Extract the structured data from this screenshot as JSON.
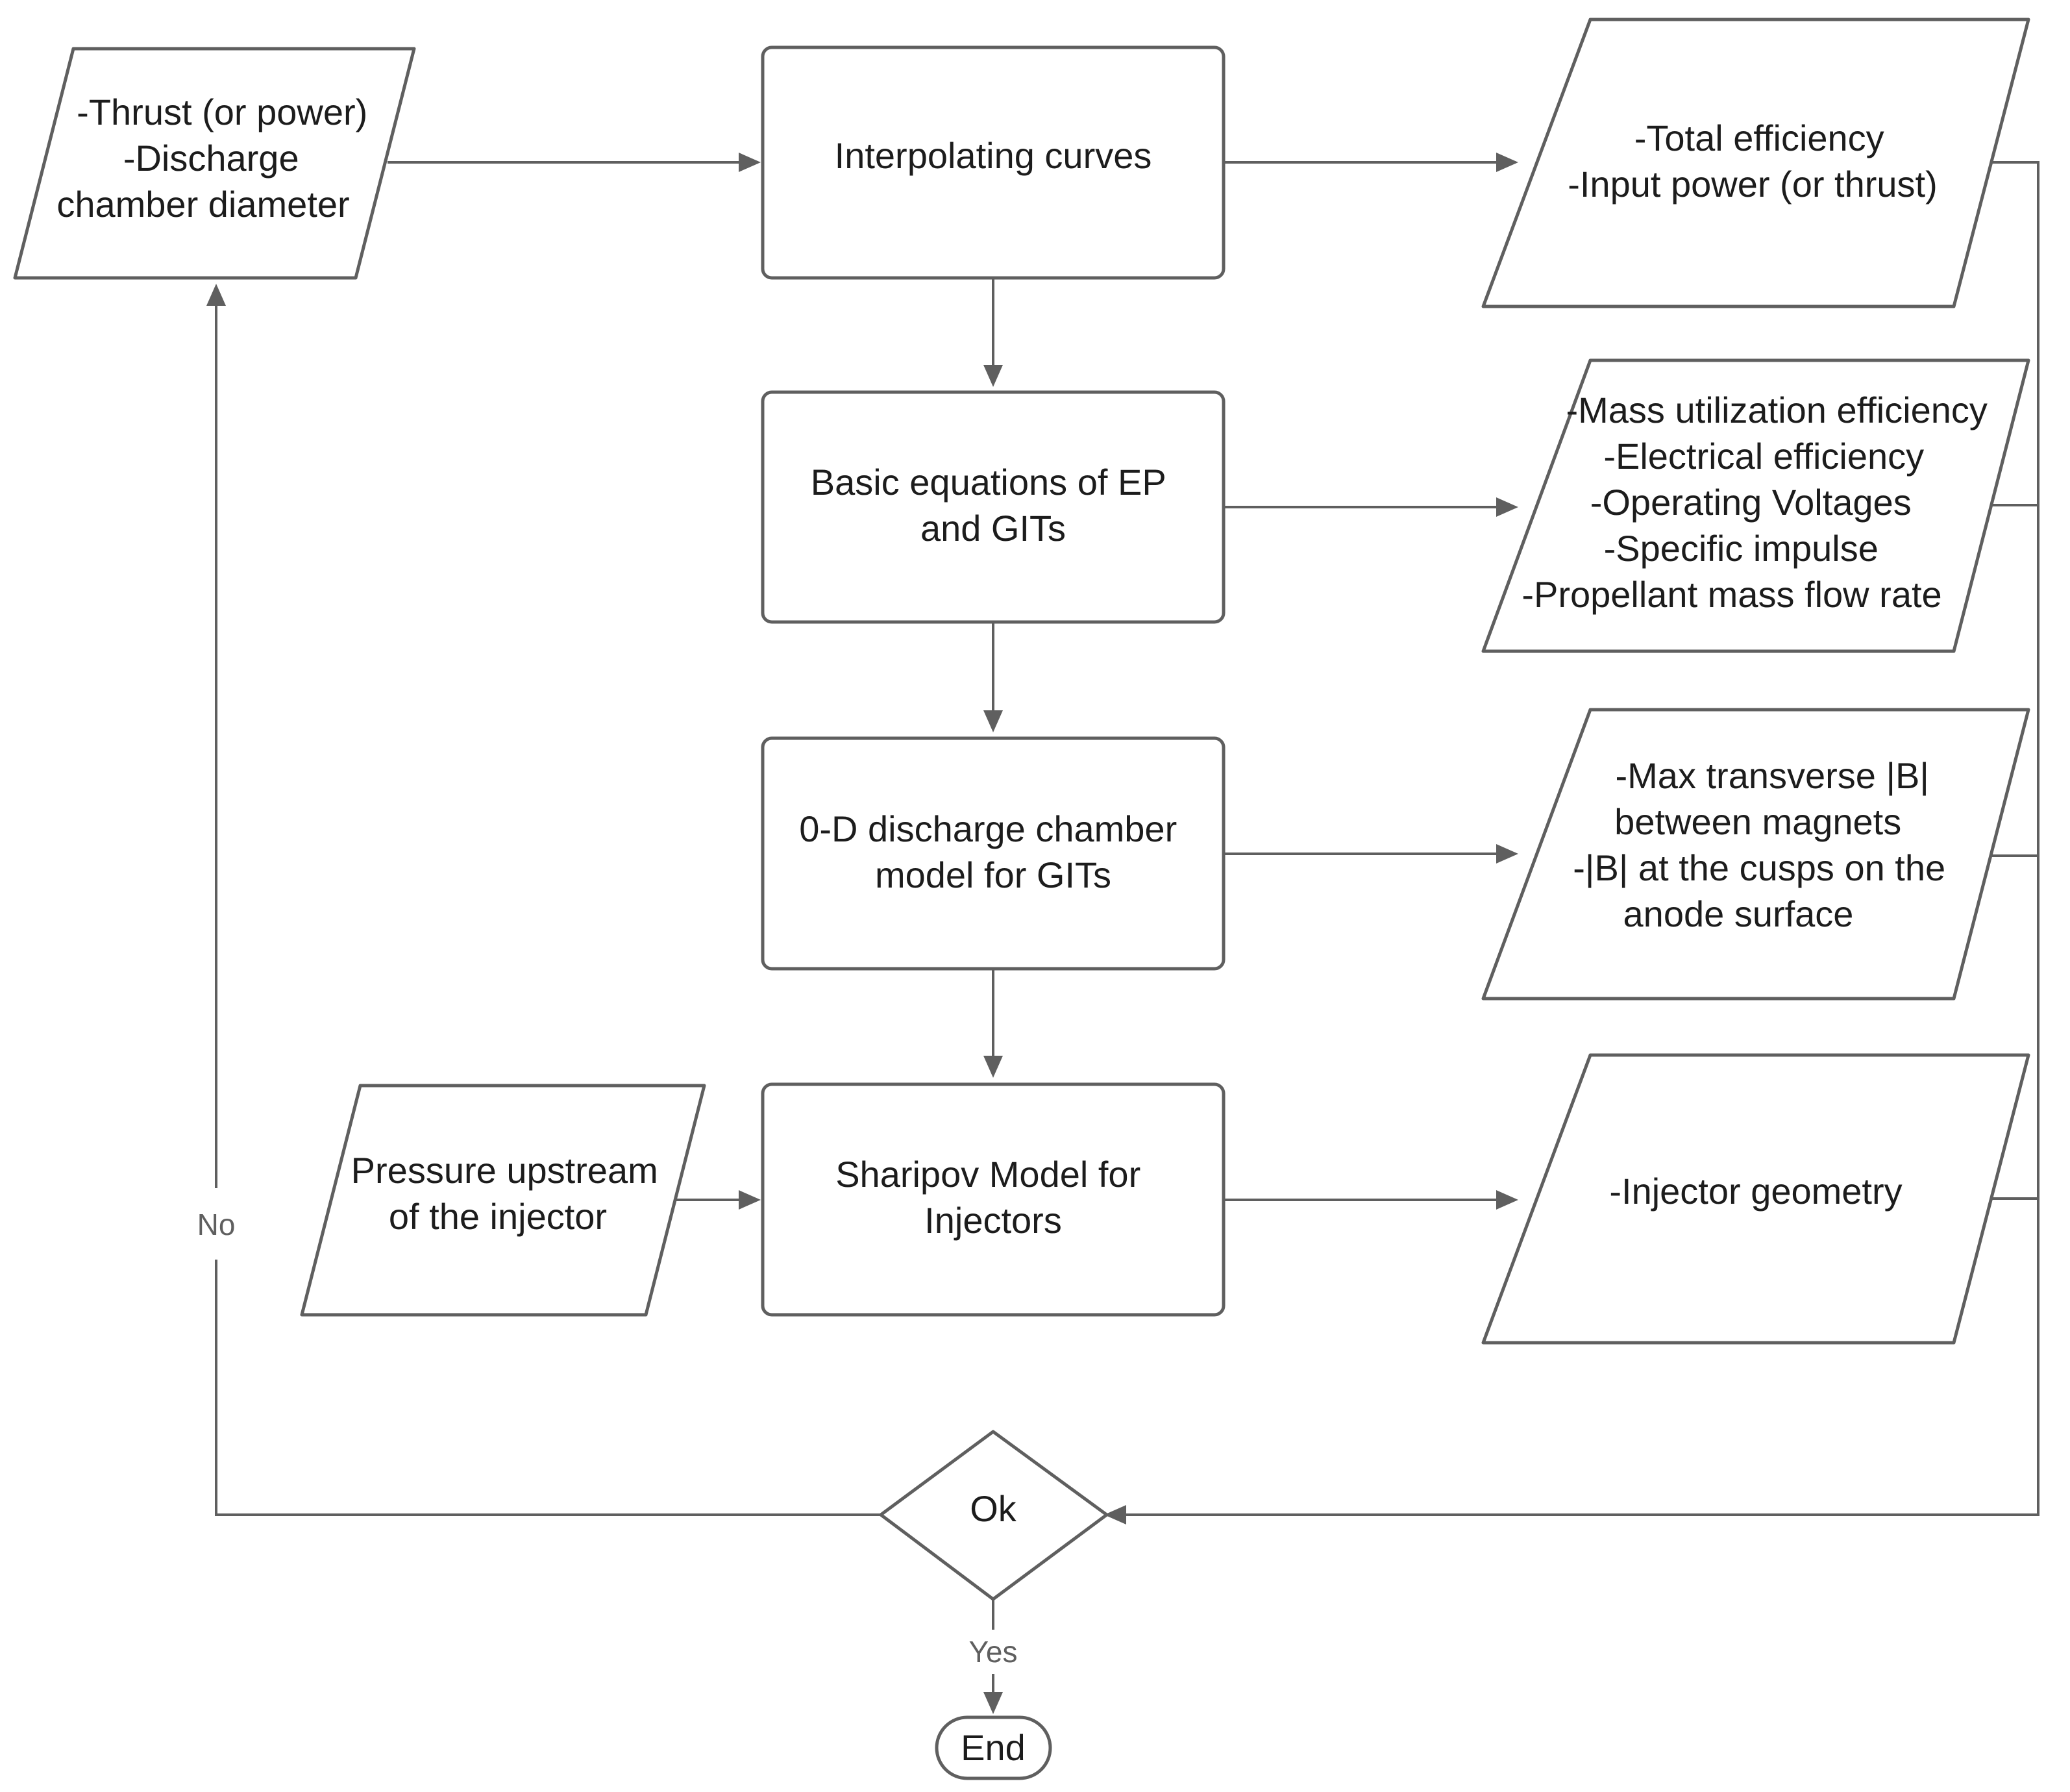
{
  "nodes": {
    "input_thrust": {
      "lines": [
        "-Thrust (or power)",
        "-Discharge",
        "chamber diameter"
      ]
    },
    "interpolating": {
      "lines": [
        "Interpolating curves"
      ]
    },
    "basic_equations": {
      "lines": [
        "Basic equations of EP",
        "and GITs"
      ]
    },
    "discharge_model": {
      "lines": [
        "0-D discharge chamber",
        "model for GITs"
      ]
    },
    "sharipov": {
      "lines": [
        "Sharipov Model for",
        "Injectors"
      ]
    },
    "pressure_input": {
      "lines": [
        "Pressure upstream",
        "of the injector"
      ]
    },
    "out_efficiency": {
      "lines": [
        "-Total efficiency",
        "-Input power (or thrust)"
      ]
    },
    "out_mass": {
      "lines": [
        "-Mass utilization efficiency",
        "-Electrical efficiency",
        "-Operating Voltages",
        "-Specific impulse",
        "-Propellant mass flow rate"
      ]
    },
    "out_magnetic": {
      "lines": [
        "-Max transverse |B|",
        "between magnets",
        "-|B| at the cusps on the",
        "anode surface"
      ]
    },
    "out_injector": {
      "lines": [
        "-Injector geometry"
      ]
    },
    "decision": {
      "lines": [
        "Ok"
      ]
    },
    "end": {
      "lines": [
        "End"
      ]
    }
  },
  "edge_labels": {
    "no": "No",
    "yes": "Yes"
  },
  "colors": {
    "stroke": "#5f5f5f",
    "text": "#1c1c1c",
    "background": "#ffffff"
  }
}
